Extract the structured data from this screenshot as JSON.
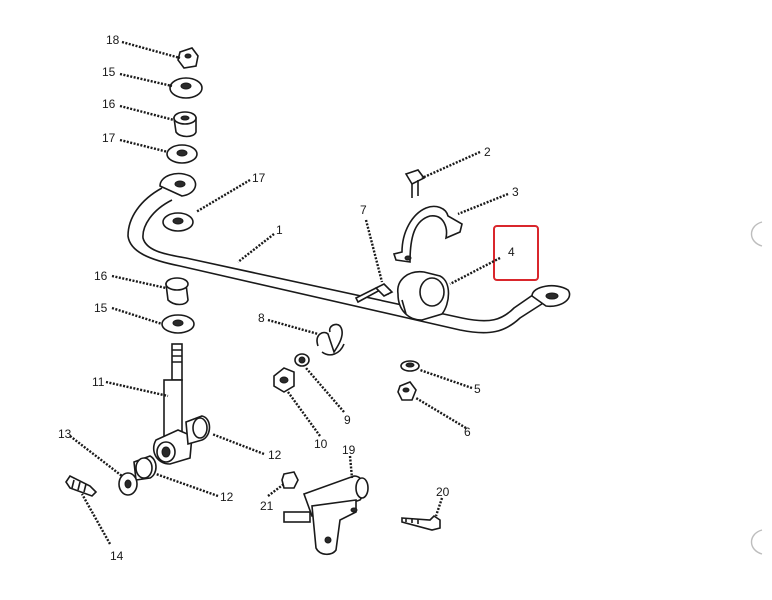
{
  "callouts": {
    "c1": "1",
    "c2": "2",
    "c3": "3",
    "c4": "4",
    "c5": "5",
    "c6": "6",
    "c7": "7",
    "c8": "8",
    "c9": "9",
    "c10": "10",
    "c11": "11",
    "c12a": "12",
    "c12b": "12",
    "c13": "13",
    "c14": "14",
    "c15a": "15",
    "c15b": "15",
    "c16a": "16",
    "c16b": "16",
    "c17a": "17",
    "c17b": "17",
    "c18": "18",
    "c19": "19",
    "c20": "20",
    "c21": "21"
  },
  "colors": {
    "ink": "#1a1a1a",
    "highlight": "#d9262c",
    "background": "#ffffff"
  },
  "highlighted_part": "4"
}
